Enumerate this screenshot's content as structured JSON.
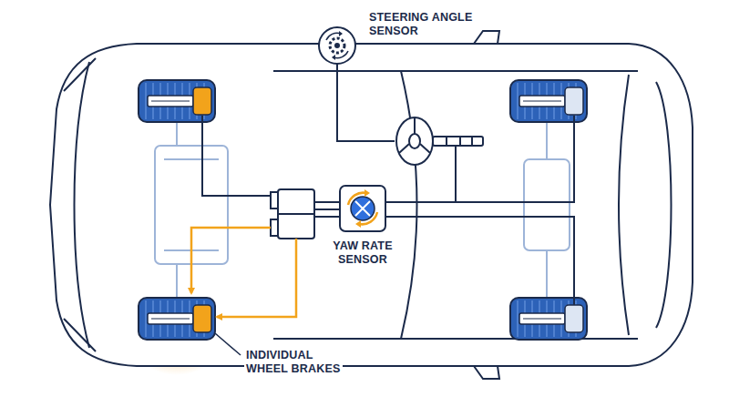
{
  "diagram": {
    "nodes": [
      {
        "text": [
          "STEERING ANGLE SENSOR"
        ]
      },
      {
        "text": [
          "YAW RATE SENSOR"
        ]
      }
    ],
    "labels": [
      "INDIVIDUAL WHEEL BRAKES"
    ]
  }
}
